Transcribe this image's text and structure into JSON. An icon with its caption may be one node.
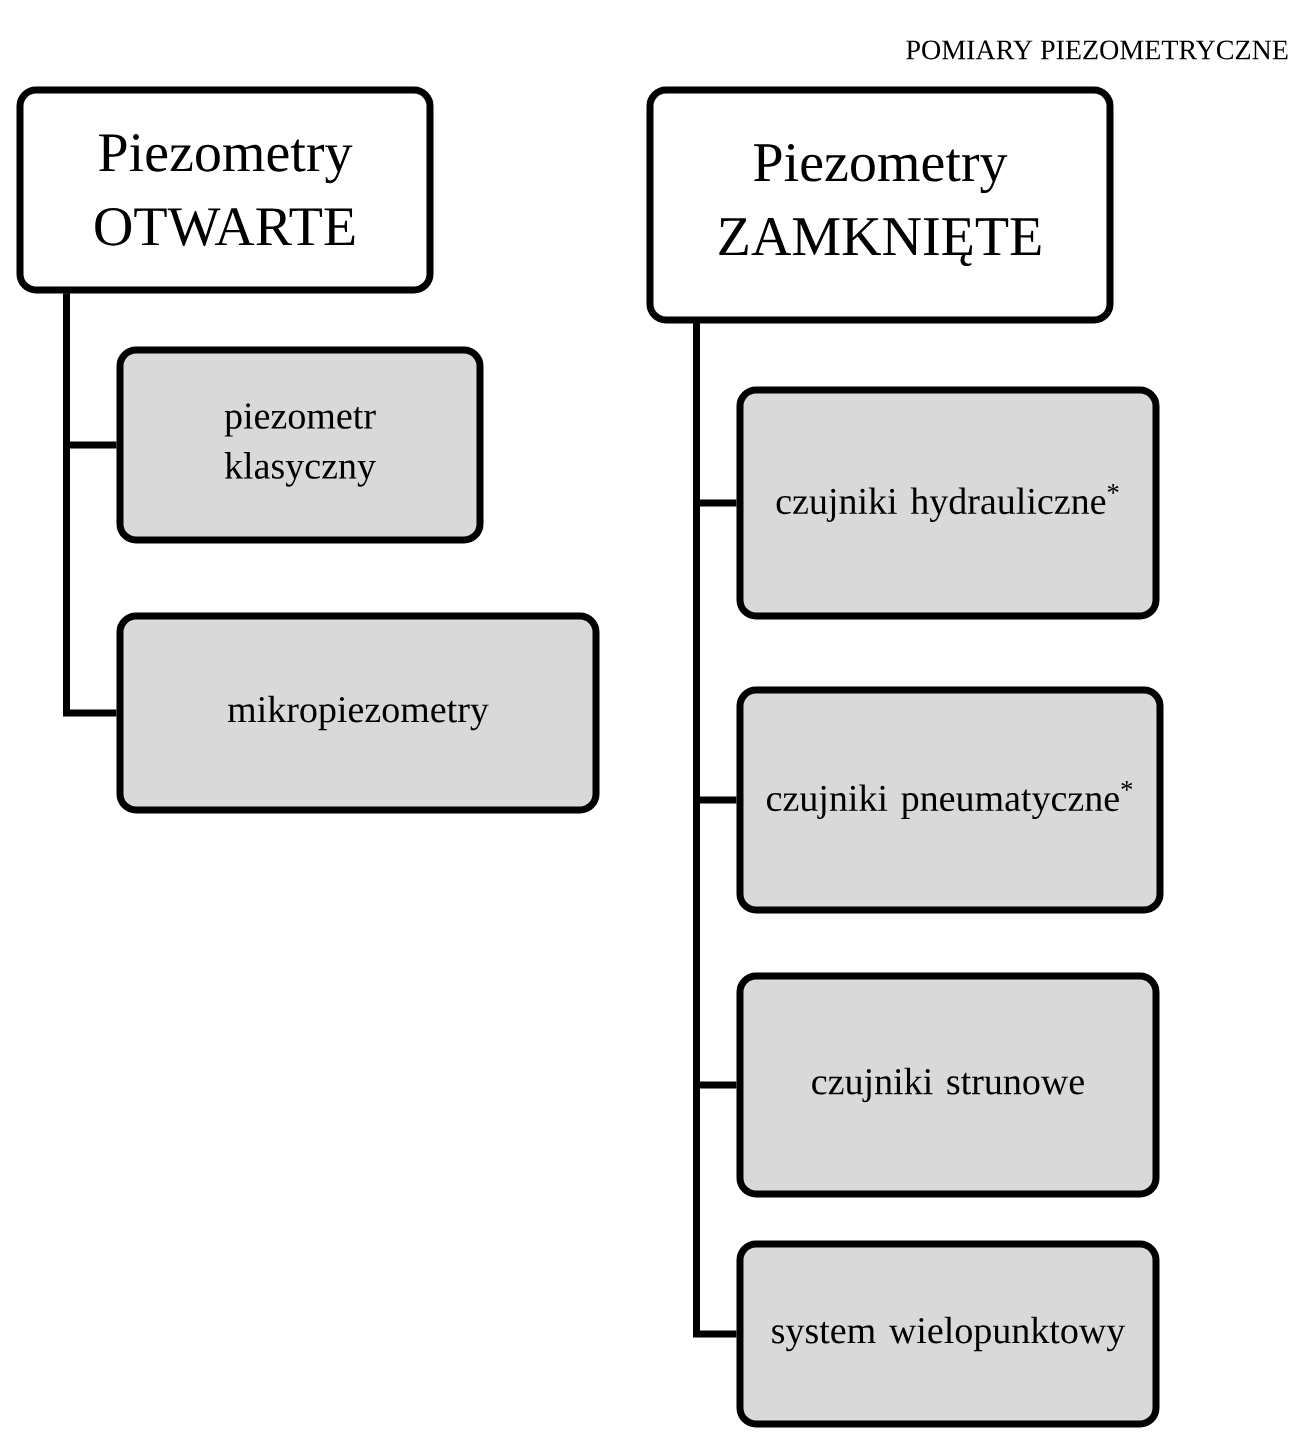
{
  "diagram": {
    "title": "POMIARY PIEZOMETRYCZNE",
    "nodes": [
      {
        "text": [
          "Piezometry OTWARTE"
        ]
      },
      {
        "text": [
          "piezometr klasyczny"
        ]
      },
      {
        "text": [
          "mikropiezometry"
        ]
      },
      {
        "text": [
          "Piezometry ZAMKNIĘTE"
        ]
      },
      {
        "text": [
          "czujniki hydrauliczne$^{*}$"
        ]
      },
      {
        "text": [
          "czujniki pneumatyczne$^{*}$"
        ]
      },
      {
        "text": [
          "czujniki strunowe"
        ]
      },
      {
        "text": [
          "system wielopunktowy"
        ]
      }
    ],
    "edges": [
      {
        "from": 0,
        "to": 1,
        "arrow": "none"
      },
      {
        "from": 0,
        "to": 2,
        "arrow": "none"
      },
      {
        "from": 3,
        "to": 4,
        "arrow": "none"
      },
      {
        "from": 3,
        "to": 5,
        "arrow": "none"
      },
      {
        "from": 3,
        "to": 6,
        "arrow": "none"
      },
      {
        "from": 3,
        "to": 7,
        "arrow": "none"
      }
    ]
  }
}
